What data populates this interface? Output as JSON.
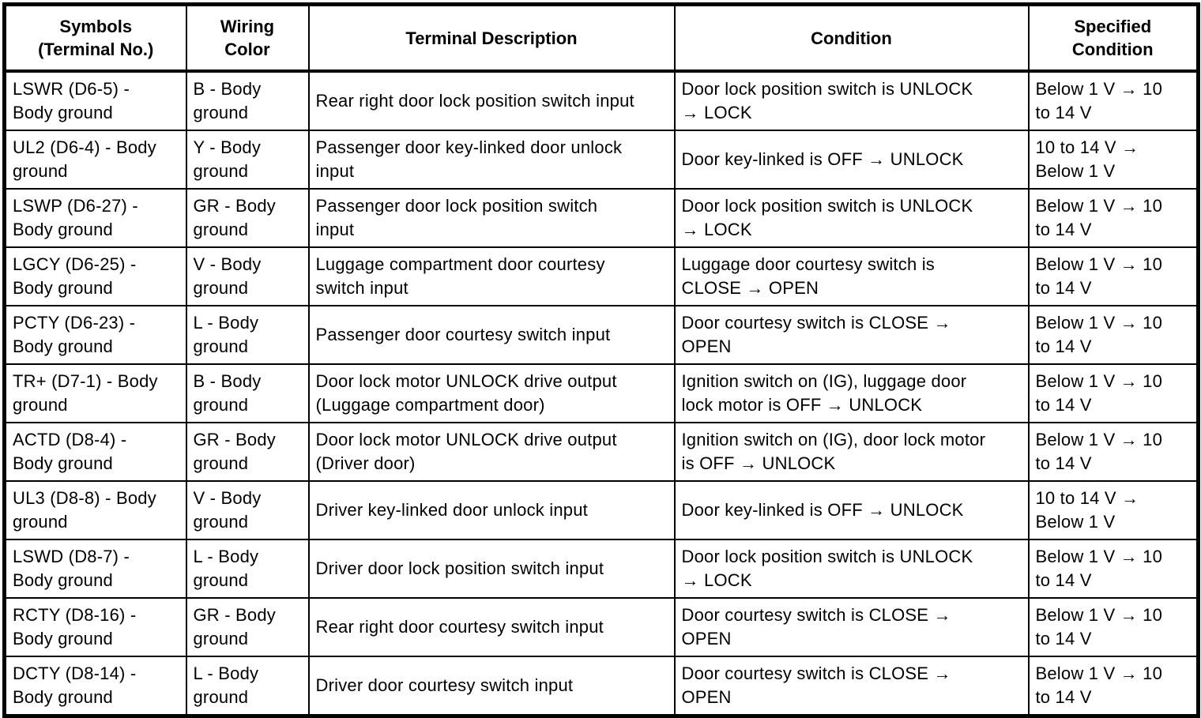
{
  "page": {
    "background_color": "#ffffff",
    "border_color": "#000000",
    "text_color": "#000000"
  },
  "table": {
    "headers": [
      "Symbols\n(Terminal No.)",
      "Wiring\nColor",
      "Terminal Description",
      "Condition",
      "Specified\nCondition"
    ],
    "rows": [
      {
        "symbol": "LSWR (D6-5) -\nBody ground",
        "wiring_color": "B - Body\nground",
        "terminal_description": "Rear right door lock position switch input",
        "condition": "Door lock position switch is UNLOCK\n→ LOCK",
        "specified_condition": "Below 1 V → 10\nto 14 V"
      },
      {
        "symbol": "UL2 (D6-4) - Body\nground",
        "wiring_color": "Y - Body\nground",
        "terminal_description": "Passenger door key-linked door unlock\ninput",
        "condition": "Door key-linked is OFF → UNLOCK",
        "specified_condition": "10 to 14 V →\nBelow 1 V"
      },
      {
        "symbol": "LSWP (D6-27) -\nBody ground",
        "wiring_color": "GR - Body\nground",
        "terminal_description": "Passenger door lock position switch\ninput",
        "condition": "Door lock position switch is UNLOCK\n→ LOCK",
        "specified_condition": "Below 1 V → 10\nto 14 V"
      },
      {
        "symbol": "LGCY (D6-25) -\nBody ground",
        "wiring_color": "V - Body\nground",
        "terminal_description": "Luggage compartment door courtesy\nswitch input",
        "condition": "Luggage door courtesy switch is\nCLOSE → OPEN",
        "specified_condition": "Below 1 V → 10\nto 14 V"
      },
      {
        "symbol": "PCTY (D6-23) -\nBody ground",
        "wiring_color": "L - Body\nground",
        "terminal_description": "Passenger door courtesy switch input",
        "condition": "Door courtesy switch is CLOSE →\nOPEN",
        "specified_condition": "Below 1 V → 10\nto 14 V"
      },
      {
        "symbol": "TR+ (D7-1) - Body\nground",
        "wiring_color": "B - Body\nground",
        "terminal_description": "Door lock motor UNLOCK drive output\n(Luggage compartment door)",
        "condition": "Ignition switch on (IG), luggage door\nlock motor is OFF → UNLOCK",
        "specified_condition": "Below 1 V → 10\nto 14 V"
      },
      {
        "symbol": "ACTD (D8-4) -\nBody ground",
        "wiring_color": "GR - Body\nground",
        "terminal_description": "Door lock motor UNLOCK drive output\n(Driver door)",
        "condition": "Ignition switch on (IG), door lock motor\nis OFF → UNLOCK",
        "specified_condition": "Below 1 V → 10\nto 14 V"
      },
      {
        "symbol": "UL3 (D8-8) - Body\nground",
        "wiring_color": "V - Body\nground",
        "terminal_description": "Driver key-linked door unlock input",
        "condition": "Door key-linked is OFF → UNLOCK",
        "specified_condition": "10 to 14 V →\nBelow 1 V"
      },
      {
        "symbol": "LSWD (D8-7) -\nBody ground",
        "wiring_color": "L - Body\nground",
        "terminal_description": "Driver door lock position switch input",
        "condition": "Door lock position switch is UNLOCK\n→ LOCK",
        "specified_condition": "Below 1 V → 10\nto 14 V"
      },
      {
        "symbol": "RCTY (D8-16) -\nBody ground",
        "wiring_color": "GR - Body\nground",
        "terminal_description": "Rear right door courtesy switch input",
        "condition": "Door courtesy switch is CLOSE →\nOPEN",
        "specified_condition": "Below 1 V → 10\nto 14 V"
      },
      {
        "symbol": "DCTY (D8-14) -\nBody ground",
        "wiring_color": "L - Body\nground",
        "terminal_description": "Driver door courtesy switch input",
        "condition": "Door courtesy switch is CLOSE →\nOPEN",
        "specified_condition": "Below 1 V → 10\nto 14 V"
      }
    ]
  }
}
